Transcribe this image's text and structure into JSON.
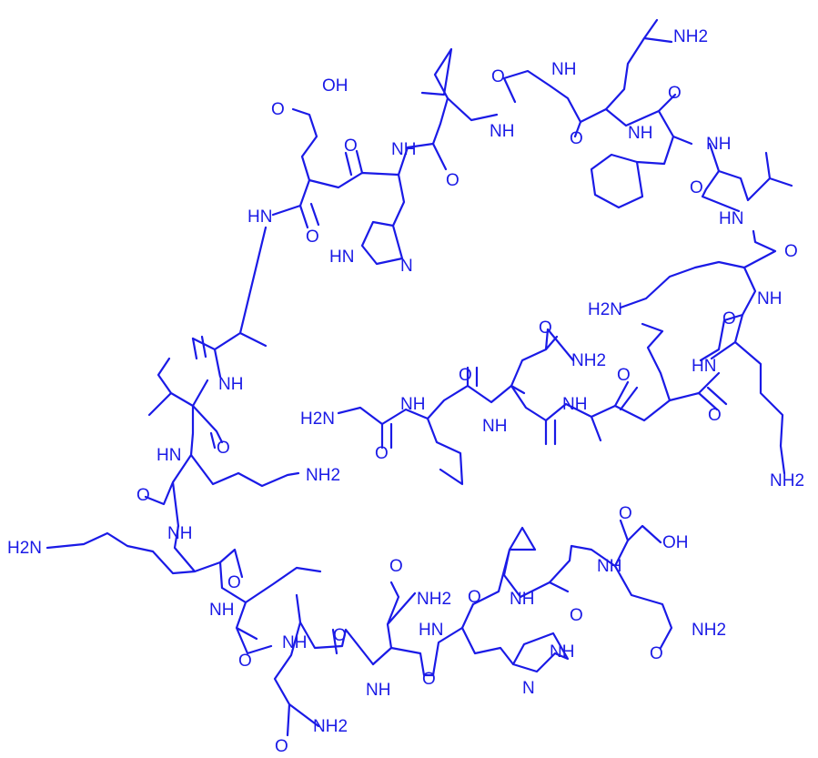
{
  "colors": {
    "ink": "#1a1ae6",
    "background": "#ffffff"
  },
  "labels": {
    "nh2_top": "NH2",
    "oh_glu_side": "OH",
    "o_glu_side": "O",
    "nh_gly1": "NH",
    "o_gly1": "O",
    "nh_gln1": "NH",
    "o_gln1": "O",
    "nh_phe": "NH",
    "o_phe": "O",
    "o_ile1": "O",
    "nh_ile1": "NH",
    "o_his1": "O",
    "nh_his1": "NH",
    "hn_his1_ring": "HN",
    "n_his1_ring": "N",
    "hn_ala1": "HN",
    "o_glu1": "O",
    "o_val1": "O",
    "hn_lys1": "HN",
    "o_lys1": "O",
    "h2n_lys1_side": "H2N",
    "nh_lys2": "NH",
    "o_lys2": "O",
    "o_asn1_side": "O",
    "nh2_asn1_side": "NH2",
    "o_leu1": "O",
    "o_ala1": "O",
    "nh_ile2": "NH",
    "hn_leu2": "HN",
    "nh_asn1": "NH",
    "nh_ala2": "NH",
    "nh_leu1": "NH",
    "o_leu2": "O",
    "h2n_gly2": "H2N",
    "o_gly2": "O",
    "o_ile2": "O",
    "hn_lys3": "HN",
    "nh2_lys3_side": "NH2",
    "nh2_lys2_side": "NH2",
    "o_lys3": "O",
    "nh_lys4": "NH",
    "h2n_lys4_side": "H2N",
    "o_asn2_side": "O",
    "o_gln2_cooh": "O",
    "oh_gln2_cooh": "OH",
    "o_lys4": "O",
    "nh_ile3": "NH",
    "nh2_asn2_side": "NH2",
    "o_his2": "O",
    "nh_val2": "NH",
    "nh_gln2": "NH",
    "o_val2": "O",
    "hn_his2": "HN",
    "nh_his2_ring": "NH",
    "nh2_gln2_side": "NH2",
    "o_gln2_side": "O",
    "o_ile3": "O",
    "nh_asn3": "NH",
    "o_asn3": "O",
    "o_asn2": "O",
    "nh_asn2": "NH",
    "n_his2_ring": "N",
    "nh2_asn3_side": "NH2",
    "o_asn3_side": "O"
  }
}
